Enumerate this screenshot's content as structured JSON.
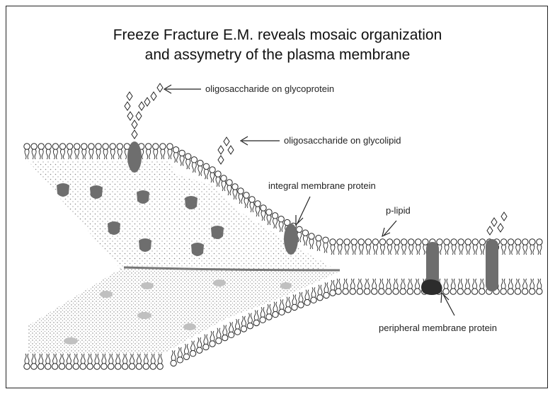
{
  "title": {
    "line1": "Freeze Fracture E.M. reveals mosaic organization",
    "line2": "and assymetry of the plasma membrane"
  },
  "labels": {
    "glycoprotein": "oligosaccharide on glycoprotein",
    "glycolipid": "oligosaccharide on glycolipid",
    "integral": "integral membrane protein",
    "plipid": "p-lipid",
    "peripheral": "peripheral membrane protein"
  },
  "colors": {
    "protein": "#6e6e6e",
    "peripheral_protein": "#2c2c2c",
    "stipple": "#9a9a9a",
    "line": "#222222"
  }
}
